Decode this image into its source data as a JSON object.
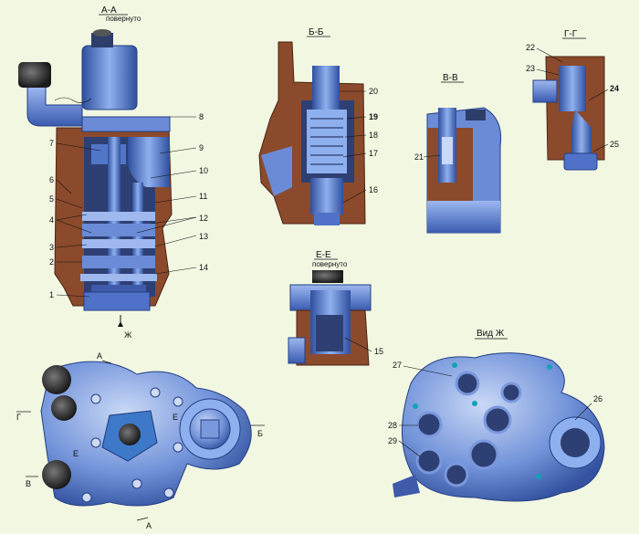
{
  "sections": {
    "aa": {
      "title": "А-А",
      "sub": "повернуто"
    },
    "bb": {
      "title": "Б-Б"
    },
    "vv": {
      "title": "В-В"
    },
    "gg": {
      "title": "Г-Г"
    },
    "ee": {
      "title": "Е-Е",
      "sub": "повернуто"
    },
    "zh": {
      "title": "Вид Ж"
    }
  },
  "arrows": {
    "zh": "Ж",
    "a_top": "А",
    "a_bottom": "А",
    "g": "Г",
    "v": "В",
    "e_left": "Е",
    "e_right": "Е",
    "b": "Б"
  },
  "labels": {
    "n1": "1",
    "n2": "2",
    "n3": "3",
    "n4": "4",
    "n5": "5",
    "n6": "6",
    "n7": "7",
    "n8": "8",
    "n9": "9",
    "n10": "10",
    "n11": "11",
    "n12": "12",
    "n13": "13",
    "n14": "14",
    "n15": "15",
    "n16": "16",
    "n17": "17",
    "n18": "18",
    "n19": "19",
    "n20": "20",
    "n21": "21",
    "n22": "22",
    "n23": "23",
    "n24": "24",
    "n25": "25",
    "n26": "26",
    "n27": "27",
    "n28": "28",
    "n29": "29"
  },
  "colors": {
    "background": "#f2f7e2",
    "body": "#8b4a2c",
    "part": "#4f72c8",
    "part_light": "#a9c0ee",
    "dark": "#2d3e6b"
  }
}
